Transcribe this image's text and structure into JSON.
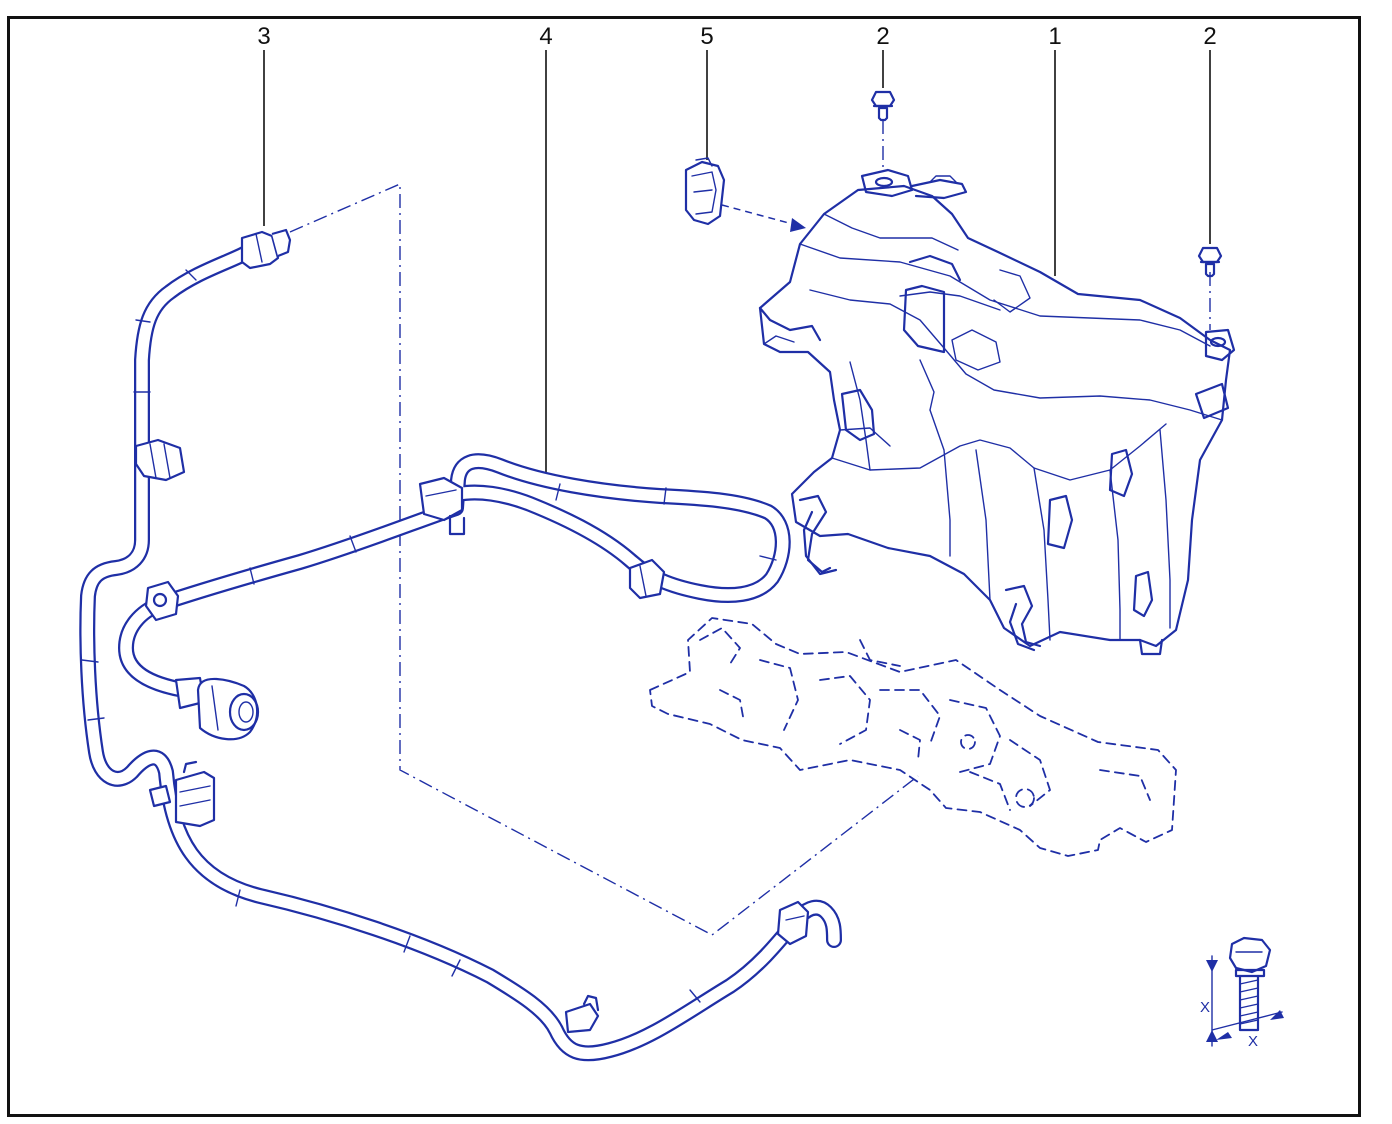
{
  "colors": {
    "line": "#1f2fa6",
    "frame": "#111111",
    "background": "#ffffff"
  },
  "callouts": [
    {
      "id": "callout-3",
      "label": "3"
    },
    {
      "id": "callout-4",
      "label": "4"
    },
    {
      "id": "callout-5",
      "label": "5"
    },
    {
      "id": "callout-2a",
      "label": "2"
    },
    {
      "id": "callout-1",
      "label": "1"
    },
    {
      "id": "callout-2b",
      "label": "2"
    }
  ],
  "detail": {
    "dim_label_vertical": "X",
    "dim_label_horizontal": "X"
  }
}
